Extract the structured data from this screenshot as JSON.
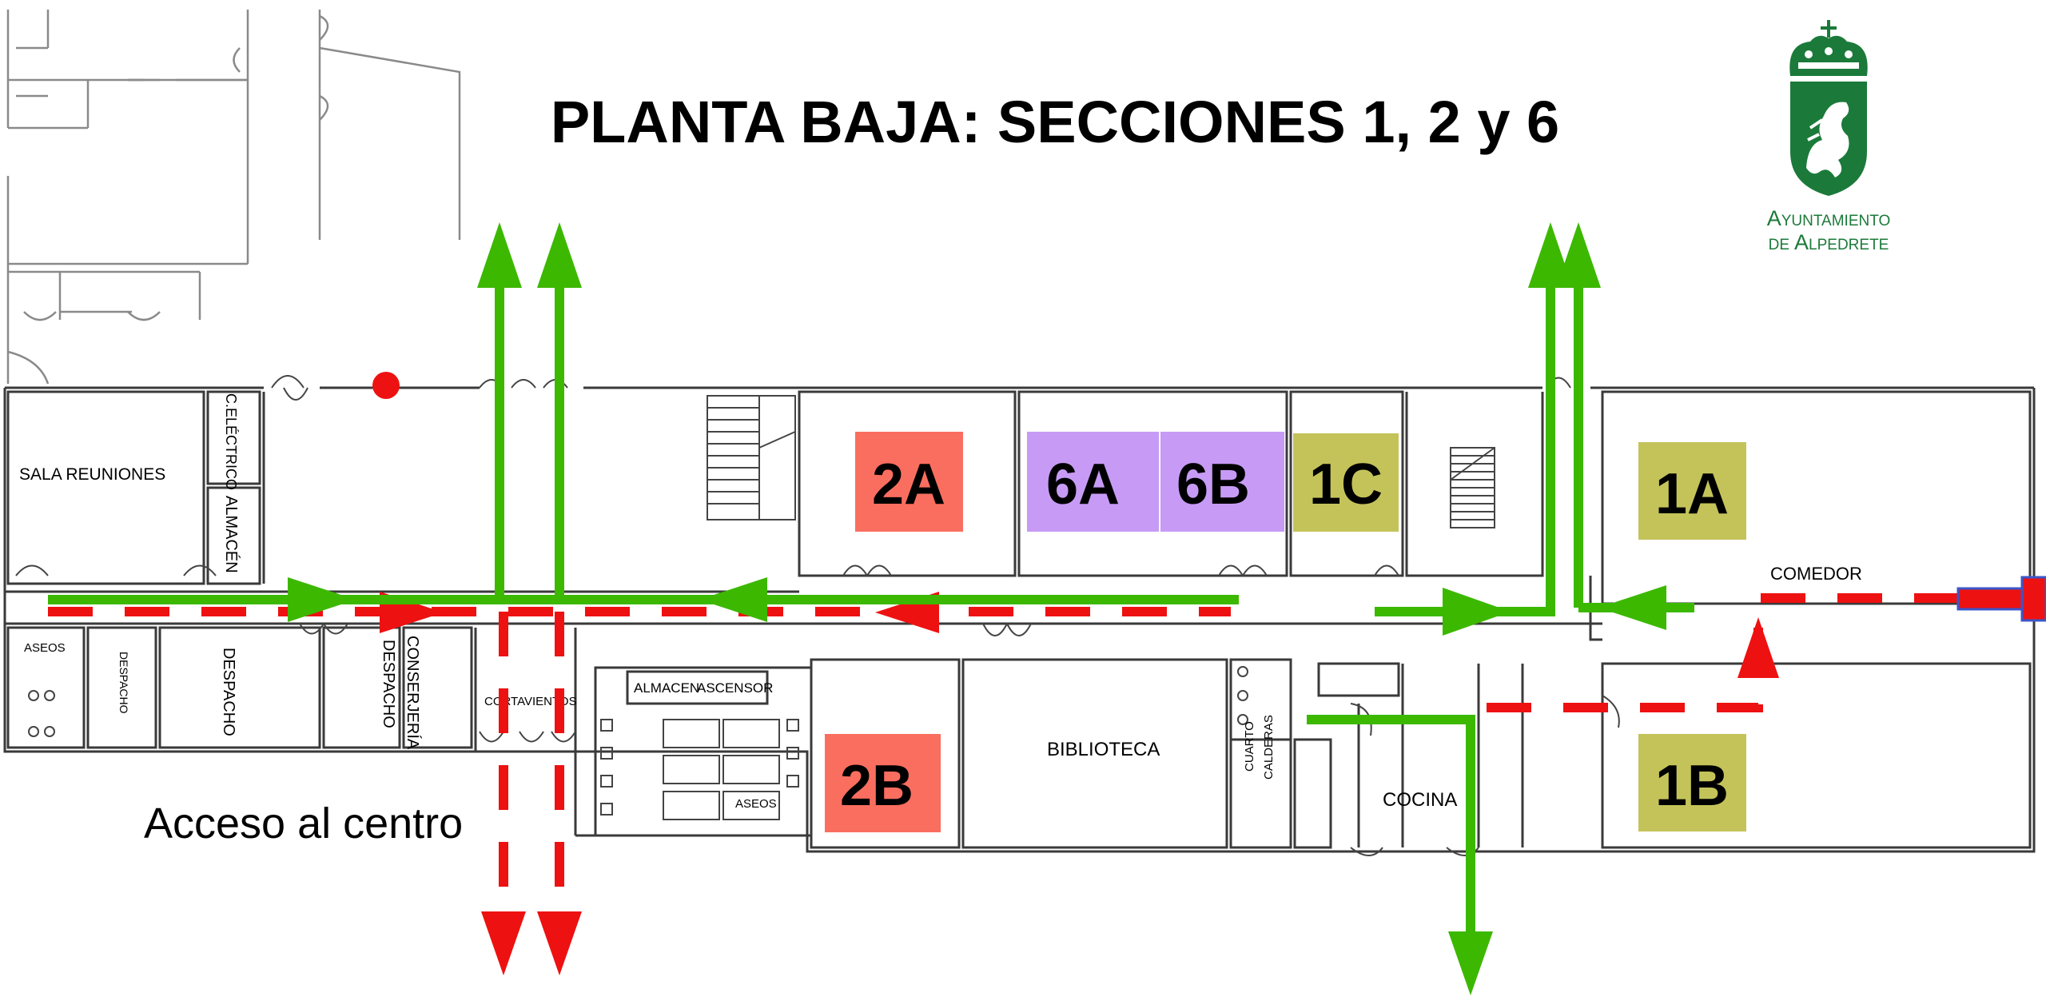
{
  "title": "PLANTA BAJA: SECCIONES 1, 2 y 6",
  "logo": {
    "line1": "Ayuntamiento",
    "line2": "de Alpedrete",
    "color": "#1b7a3a"
  },
  "access_label": "Acceso al centro",
  "sections": [
    {
      "id": "2A",
      "label": "2A",
      "color": "#fa6e5f"
    },
    {
      "id": "6A",
      "label": "6A",
      "color": "#c79bf5"
    },
    {
      "id": "6B",
      "label": "6B",
      "color": "#c79bf5"
    },
    {
      "id": "1C",
      "label": "1C",
      "color": "#c4c35a"
    },
    {
      "id": "1A",
      "label": "1A",
      "color": "#c4c35a"
    },
    {
      "id": "2B",
      "label": "2B",
      "color": "#fa6e5f"
    },
    {
      "id": "1B",
      "label": "1B",
      "color": "#c4c35a"
    }
  ],
  "rooms": {
    "sala_reuniones": "SALA REUNIONES",
    "c_electrico": "C.ELÉCTRICO",
    "almacen_v": "ALMACÉN",
    "aseos_left": "ASEOS",
    "despacho_small": "DESPACHO",
    "despacho": "DESPACHO",
    "despacho_conserjeria": "DESPACHO",
    "conserjeria": "CONSERJERÍA",
    "cortavientos": "CORTAVIENTOS",
    "almacen": "ALMACEN",
    "ascensor": "ASCENSOR",
    "aseos_mid": "ASEOS",
    "biblioteca": "BIBLIOTECA",
    "cuarto_calderas_1": "CUARTO",
    "cuarto_calderas_2": "CALDERAS",
    "cocina": "COCINA",
    "comedor": "COMEDOR"
  },
  "colors": {
    "green_route": "#3cb800",
    "red_route": "#ee1111",
    "blue_arrow": "#3b56c9"
  }
}
